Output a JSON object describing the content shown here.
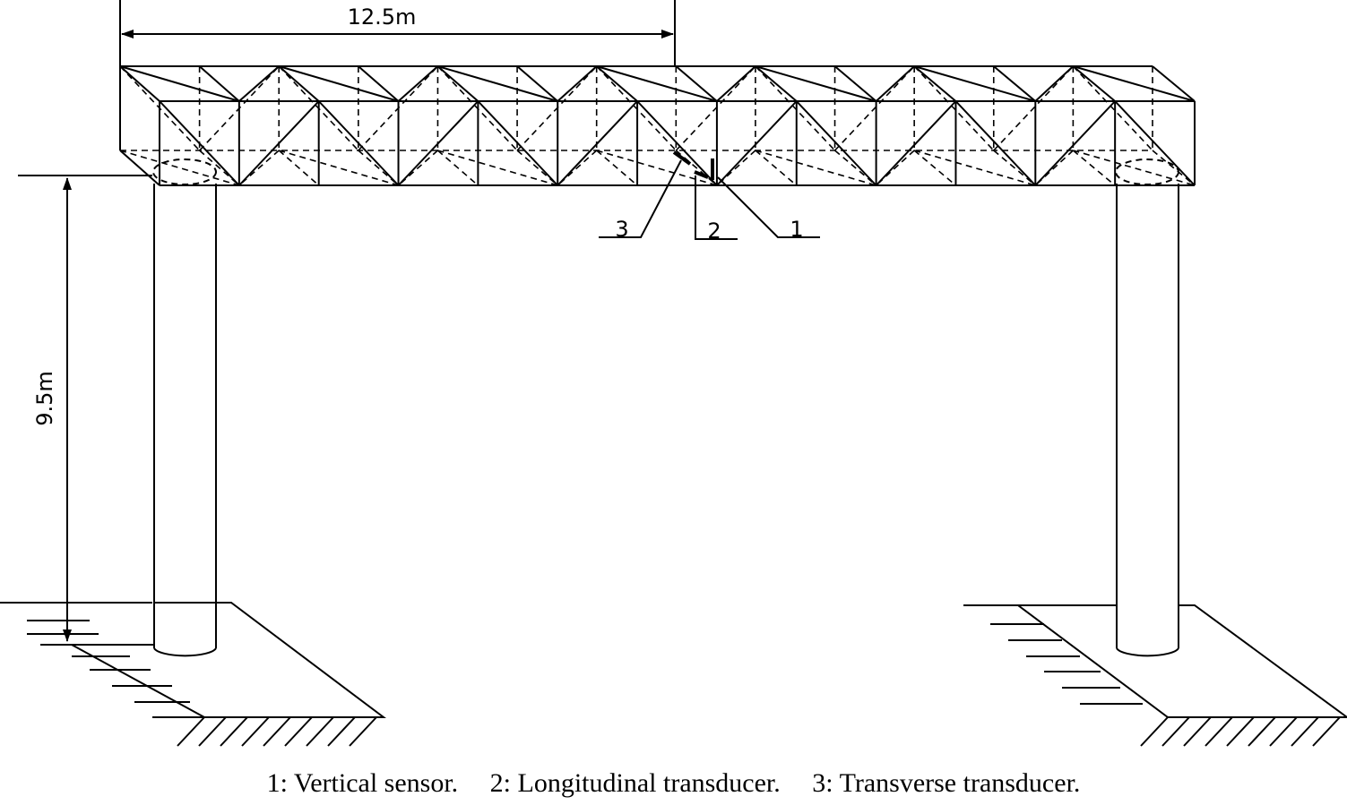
{
  "dimensions": {
    "span_label": "12.5m",
    "height_label": "9.5m"
  },
  "callouts": [
    {
      "id": "1",
      "label": "1"
    },
    {
      "id": "2",
      "label": "2"
    },
    {
      "id": "3",
      "label": "3"
    }
  ],
  "caption": {
    "items": [
      "1: Vertical sensor.",
      "2: Longitudinal transducer.",
      "3: Transverse transducer."
    ]
  }
}
